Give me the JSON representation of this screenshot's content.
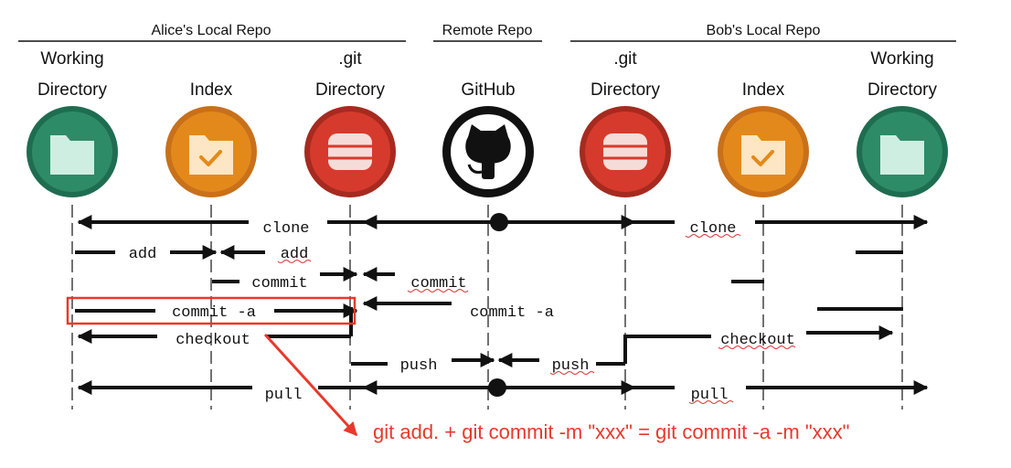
{
  "sections": {
    "alice": "Alice's Local Repo",
    "remote": "Remote Repo",
    "bob": "Bob's Local Repo"
  },
  "columns": [
    {
      "line1": "Working",
      "line2": "Directory",
      "icon": "folder-icon",
      "color": "#2e8b67"
    },
    {
      "line1": "",
      "line2": "Index",
      "icon": "index-folder-check-icon",
      "color": "#e3891c"
    },
    {
      "line1": ".git",
      "line2": "Directory",
      "icon": "database-icon",
      "color": "#d63a2c"
    },
    {
      "line1": "",
      "line2": "GitHub",
      "icon": "github-octocat-icon",
      "color": "#111111"
    },
    {
      "line1": ".git",
      "line2": "Directory",
      "icon": "database-icon",
      "color": "#d63a2c"
    },
    {
      "line1": "",
      "line2": "Index",
      "icon": "index-folder-check-icon",
      "color": "#e3891c"
    },
    {
      "line1": "Working",
      "line2": "Directory",
      "icon": "folder-icon",
      "color": "#2e8b67"
    }
  ],
  "commands": {
    "clone_alice": "clone",
    "clone_bob": "clone",
    "add_left": "add",
    "add_right": "add",
    "commit_left": "commit",
    "commit_right": "commit",
    "commit_a_left": "commit -a",
    "commit_a_right": "commit -a",
    "checkout_alice": "checkout",
    "checkout_bob": "checkout",
    "push_left": "push",
    "push_right": "push",
    "pull_alice": "pull",
    "pull_bob": "pull"
  },
  "annotation": "git add. + git commit -m \"xxx\" = git commit -a -m \"xxx\"",
  "colors": {
    "highlight": "#e8392b",
    "working": "#2e8b67",
    "index": "#e3891c",
    "git": "#d63a2c"
  }
}
